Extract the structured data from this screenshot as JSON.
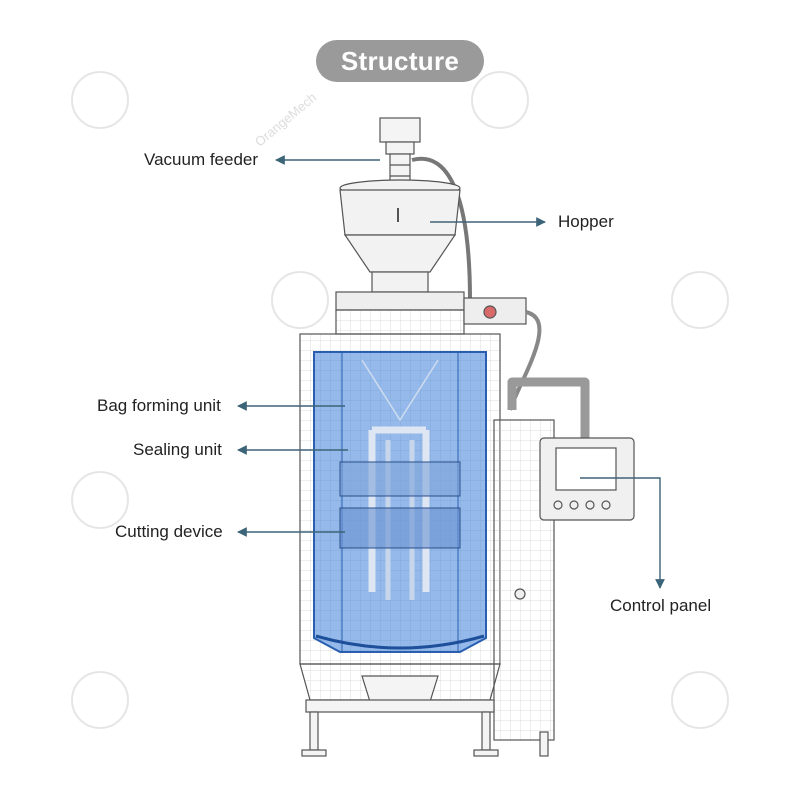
{
  "title": "Structure",
  "labels": {
    "vacuum_feeder": "Vacuum feeder",
    "hopper": "Hopper",
    "bag_forming_unit": "Bag forming unit",
    "sealing_unit": "Sealing unit",
    "cutting_device": "Cutting device",
    "control_panel": "Control panel"
  },
  "watermark": "OrangeMech",
  "colors": {
    "title_bg": "#9a9a9a",
    "arrow": "#3c6478",
    "line_art": "#555555",
    "glass_blue": "#3d7fd9"
  }
}
